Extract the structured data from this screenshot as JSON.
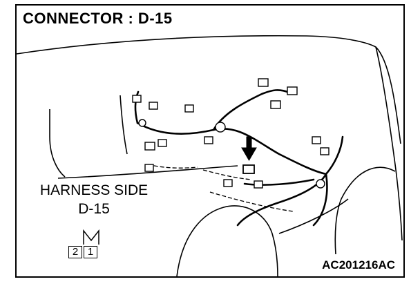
{
  "title": "CONNECTOR : D-15",
  "harness_side": {
    "line1": "HARNESS SIDE",
    "line2": "D-15"
  },
  "connector_pins": [
    "2",
    "1"
  ],
  "reference_code": "AC201216AC",
  "colors": {
    "ink": "#000000",
    "background": "#ffffff"
  }
}
